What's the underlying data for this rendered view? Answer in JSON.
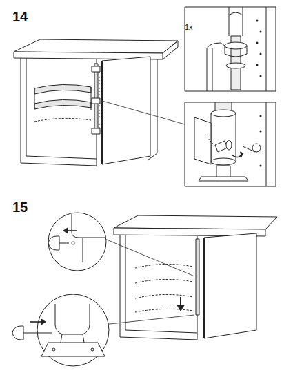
{
  "diagram": {
    "labels": [
      "14",
      "1x",
      "15"
    ]
  }
}
